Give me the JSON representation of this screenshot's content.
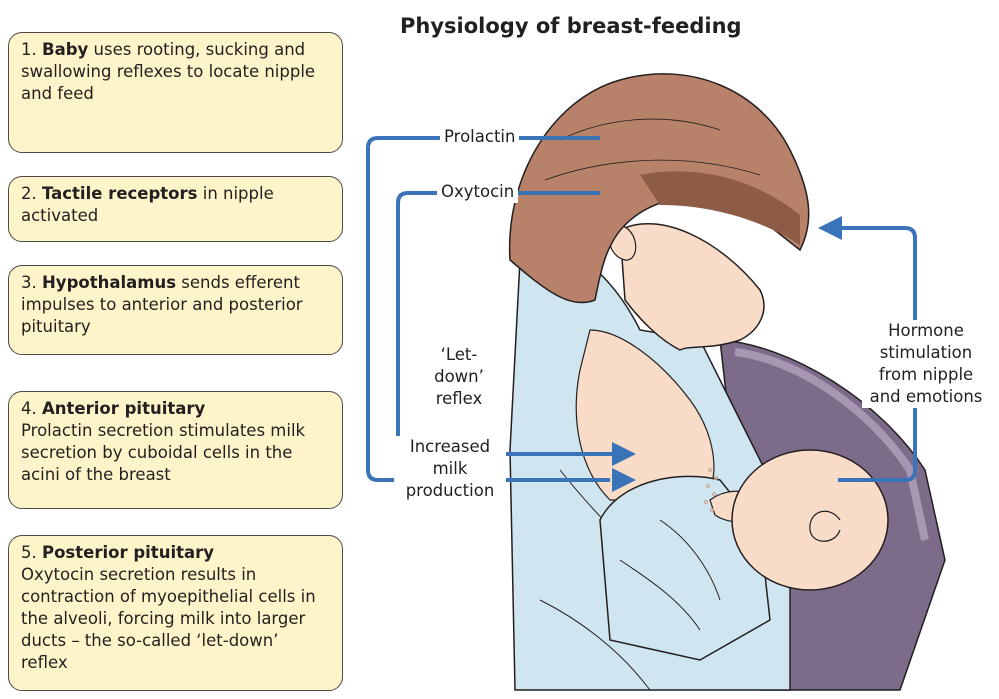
{
  "title": "Physiology of breast-feeding",
  "steps": [
    {
      "number": "1.",
      "bold": "Baby",
      "text": " uses rooting, sucking and swallowing reflexes to locate nipple and feed"
    },
    {
      "number": "2.",
      "bold": "Tactile receptors",
      "text": " in nipple activated"
    },
    {
      "number": "3.",
      "bold": "Hypothalamus",
      "text": " sends efferent impulses to anterior and posterior pituitary"
    },
    {
      "number": "4.",
      "bold": "Anterior pituitary",
      "text": "Prolactin secretion stimulates milk secretion by cuboidal cells in the acini of the breast"
    },
    {
      "number": "5.",
      "bold": "Posterior pituitary",
      "text": "Oxytocin secretion results in contraction of myoepithelial cells in the alveoli, forcing milk into larger ducts – the so-called ‘let-down’ reflex"
    }
  ],
  "labels": {
    "prolactin": "Prolactin",
    "oxytocin": "Oxytocin",
    "letdown_1": "‘Let-",
    "letdown_2": "down’",
    "letdown_3": "reflex",
    "increased_1": "Increased",
    "increased_2": "milk",
    "increased_3": "production",
    "hormone_1": "Hormone",
    "hormone_2": "stimulation",
    "hormone_3": "from nipple",
    "hormone_4": "and emotions"
  },
  "colors": {
    "box_fill": "#fdf5c9",
    "arrow": "#3a73b8",
    "hair": "#b8826a",
    "skin": "#f9dcc8",
    "garment": "#cfe6f0",
    "chair": "#7d6b8a"
  }
}
